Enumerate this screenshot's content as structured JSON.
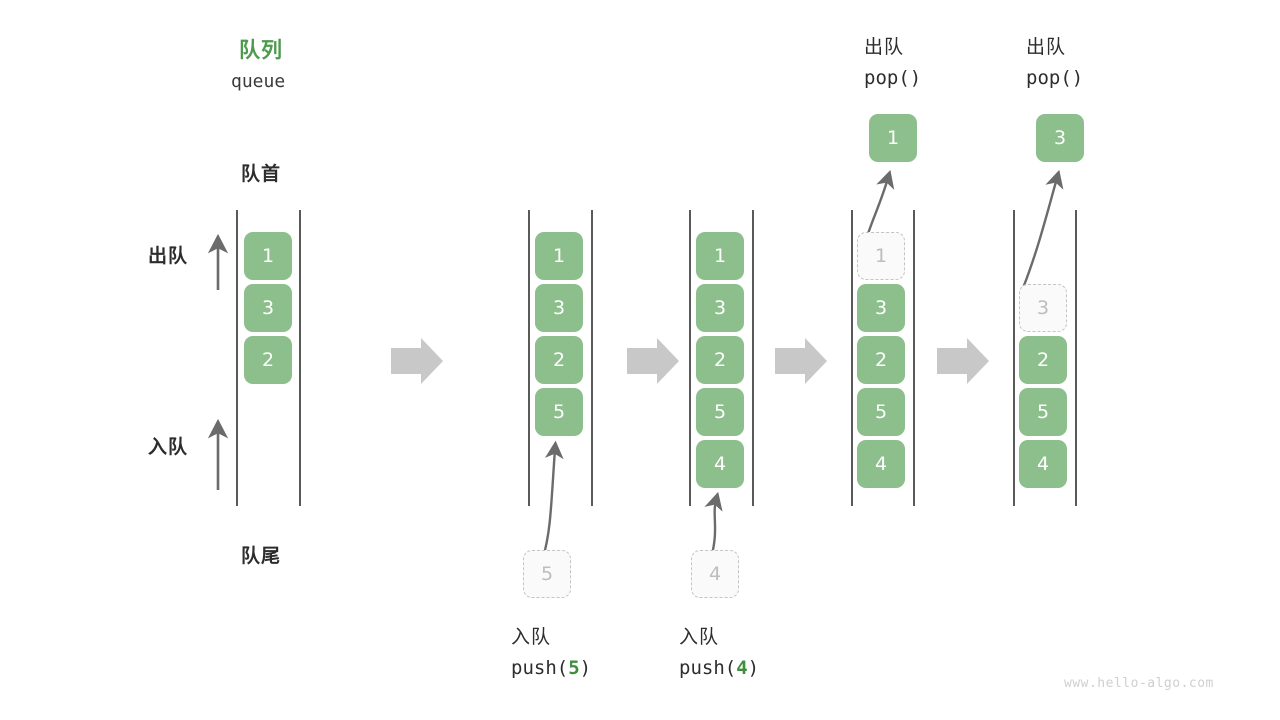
{
  "diagram": {
    "title_cn": "队列",
    "title_en": "queue",
    "front_label": "队首",
    "rear_label": "队尾",
    "dequeue_dir_label": "出队",
    "enqueue_dir_label": "入队",
    "watermark": "www.hello-algo.com",
    "accent_green": "#8dbf8d",
    "title_green": "#4e9a4e",
    "arrow_gray": "#c8c8c8",
    "rail_gray": "#5a5a5a",
    "ghost_gray": "#bdbdbd"
  },
  "columns": [
    {
      "id": "initial",
      "cells": [
        {
          "value": "1",
          "state": "filled"
        },
        {
          "value": "3",
          "state": "filled"
        },
        {
          "value": "2",
          "state": "filled"
        }
      ],
      "caption_cn": "",
      "caption_code": "",
      "caption_code_num": ""
    },
    {
      "id": "push-5",
      "cells": [
        {
          "value": "1",
          "state": "filled"
        },
        {
          "value": "3",
          "state": "filled"
        },
        {
          "value": "2",
          "state": "filled"
        },
        {
          "value": "5",
          "state": "filled"
        }
      ],
      "incoming": {
        "value": "5",
        "state": "ghost"
      },
      "caption_cn": "入队",
      "caption_code_prefix": "push(",
      "caption_code_num": "5",
      "caption_code_suffix": ")"
    },
    {
      "id": "push-4",
      "cells": [
        {
          "value": "1",
          "state": "filled"
        },
        {
          "value": "3",
          "state": "filled"
        },
        {
          "value": "2",
          "state": "filled"
        },
        {
          "value": "5",
          "state": "filled"
        },
        {
          "value": "4",
          "state": "filled"
        }
      ],
      "incoming": {
        "value": "4",
        "state": "ghost"
      },
      "caption_cn": "入队",
      "caption_code_prefix": "push(",
      "caption_code_num": "4",
      "caption_code_suffix": ")"
    },
    {
      "id": "pop-1",
      "cells": [
        {
          "value": "1",
          "state": "ghost"
        },
        {
          "value": "3",
          "state": "filled"
        },
        {
          "value": "2",
          "state": "filled"
        },
        {
          "value": "5",
          "state": "filled"
        },
        {
          "value": "4",
          "state": "filled"
        }
      ],
      "outgoing": {
        "value": "1",
        "state": "filled"
      },
      "header_cn": "出队",
      "header_code": "pop()"
    },
    {
      "id": "pop-3",
      "cells": [
        {
          "value": "",
          "state": "empty"
        },
        {
          "value": "3",
          "state": "ghost"
        },
        {
          "value": "2",
          "state": "filled"
        },
        {
          "value": "5",
          "state": "filled"
        },
        {
          "value": "4",
          "state": "filled"
        }
      ],
      "outgoing": {
        "value": "3",
        "state": "filled"
      },
      "header_cn": "出队",
      "header_code": "pop()"
    }
  ],
  "flow_arrows": [
    "step-arrow-1",
    "step-arrow-2",
    "step-arrow-3",
    "step-arrow-4"
  ]
}
